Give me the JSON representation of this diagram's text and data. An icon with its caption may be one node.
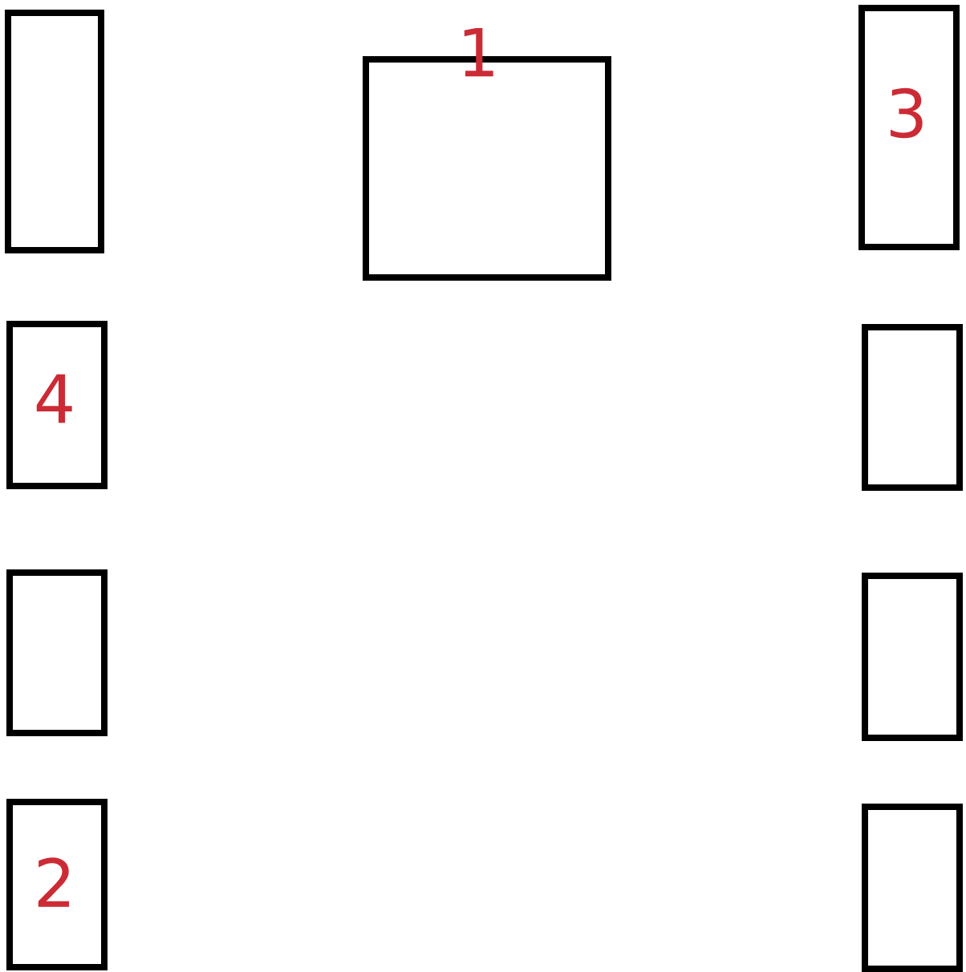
{
  "diagram": {
    "nodes": [
      {
        "text": [],
        "shape": "box"
      },
      {
        "text": [
          "1"
        ]
      },
      {
        "text": [
          "3"
        ]
      },
      {
        "text": [
          "4"
        ]
      },
      {
        "text": [],
        "shape": "box"
      },
      {
        "text": [],
        "shape": "box"
      },
      {
        "text": [],
        "shape": "box"
      },
      {
        "text": [
          "2"
        ]
      },
      {
        "text": [],
        "shape": "box"
      }
    ]
  }
}
